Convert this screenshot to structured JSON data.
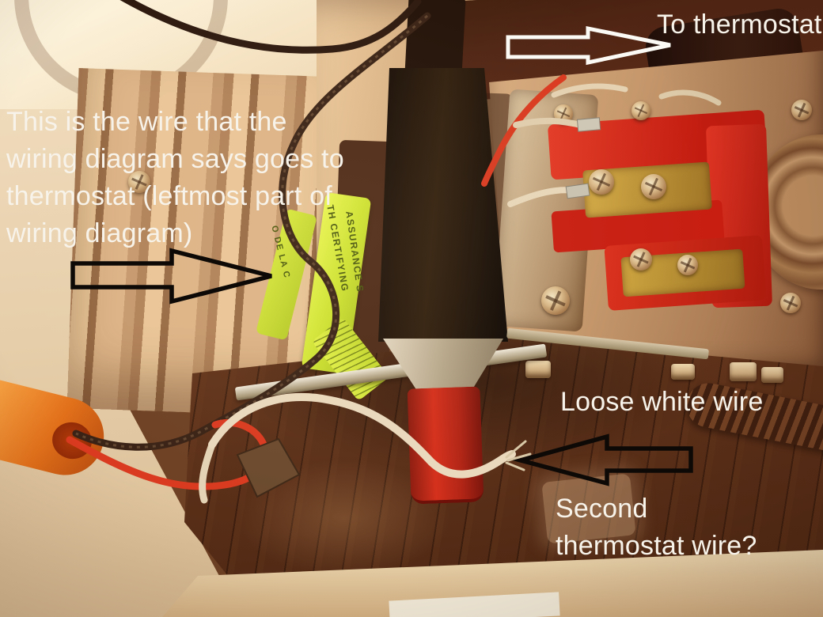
{
  "annotations": {
    "to_thermostat": "To thermostat",
    "left_note": "This is the wire that the\nwiring diagram says goes to\nthermostat (leftmost part of\nwiring diagram)",
    "loose_white_wire": "Loose white wire",
    "second_thermostat": "Second\nthermostat wire?"
  },
  "arrows": {
    "to_thermostat": {
      "direction": "right",
      "style": "white-outline"
    },
    "diagram_wire": {
      "direction": "right",
      "style": "black-outline"
    },
    "loose_wire": {
      "direction": "left",
      "style": "black-outline"
    }
  },
  "photo": {
    "certification_label": {
      "line1": "TH CERTIFYING",
      "line2": "ASSURANCE S",
      "line3": "O DE LA C"
    }
  },
  "colors": {
    "annotation_text": "#f8f3ea",
    "arrow_white": "#fcfaf4",
    "arrow_black": "#0c0907",
    "label_green": "#d8ea42",
    "terminal_red": "#cf2014",
    "cap_red": "#c22a18",
    "wire_nut_orange": "#e6761c",
    "white_wire": "#ead9bd",
    "wood_brown": "#5a2f18",
    "wall_cream": "#f2e2c2"
  }
}
